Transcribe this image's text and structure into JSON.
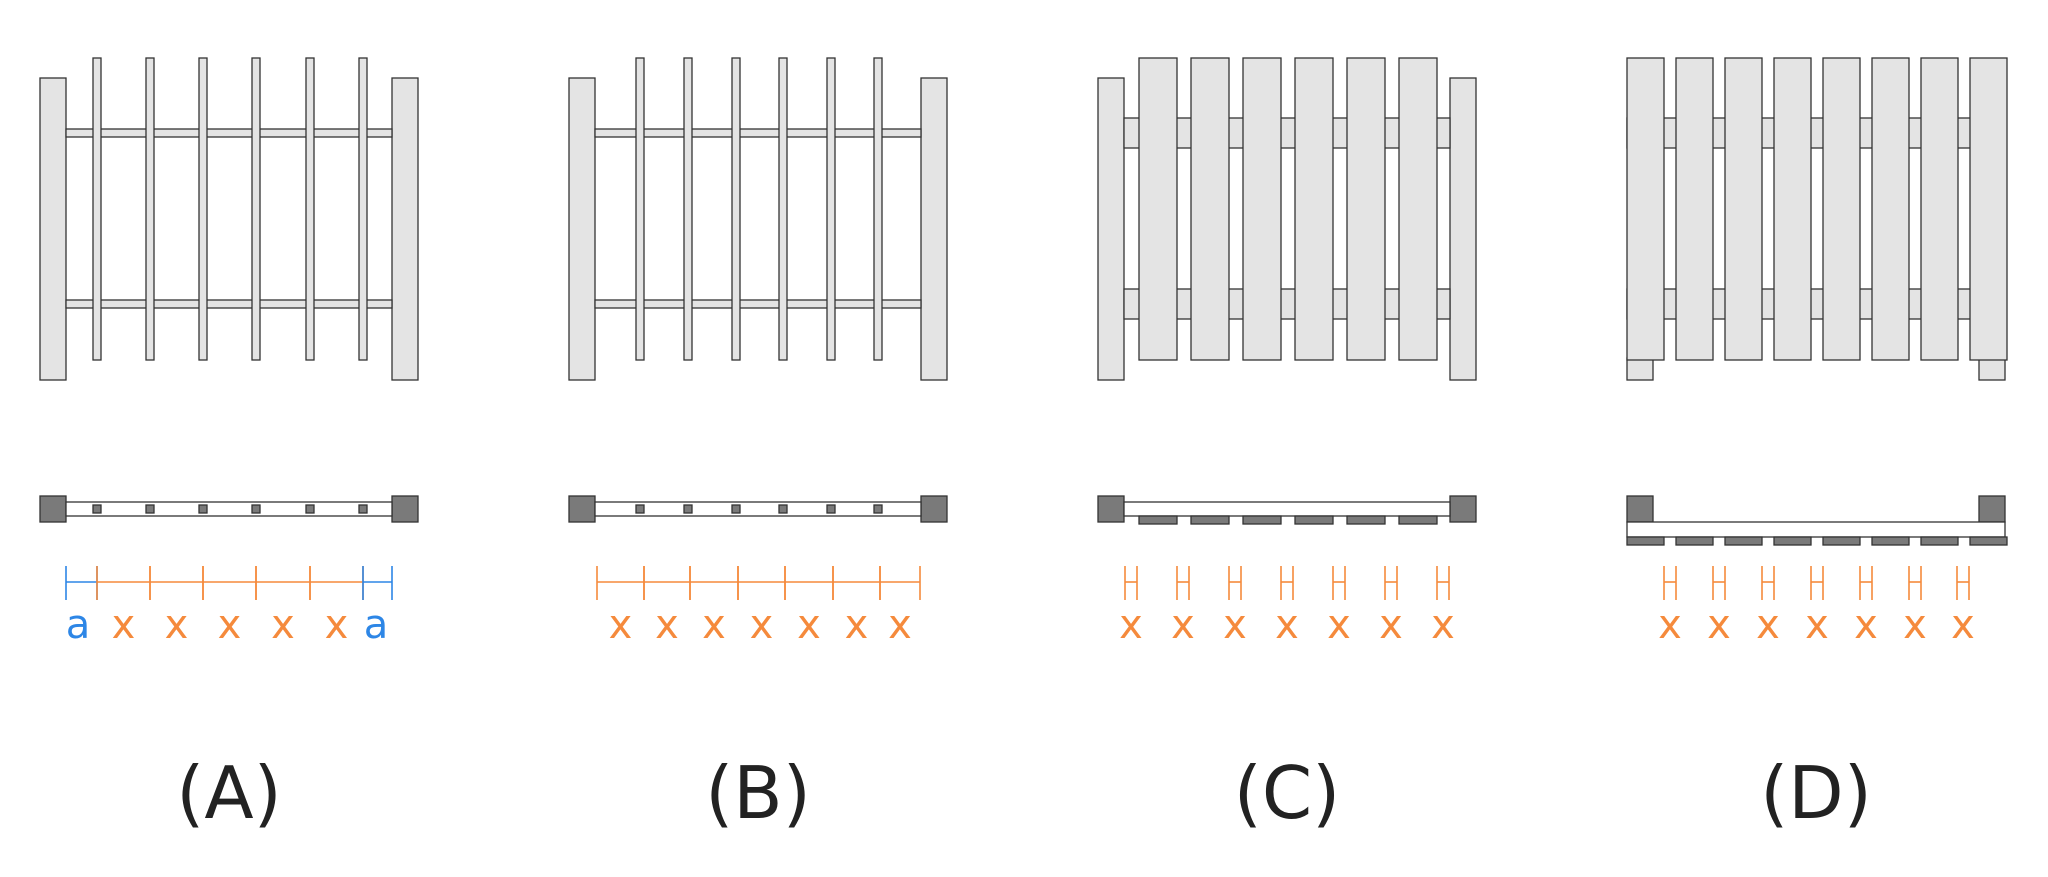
{
  "colors": {
    "background": "#ffffff",
    "board_fill": "#e4e4e4",
    "board_stroke": "#333333",
    "section_fill": "#7a7a7a",
    "dimension_x": "#f58a3c",
    "dimension_a": "#2d86e6",
    "label_text": "#222222"
  },
  "symbols": {
    "gap": "a",
    "spacing": "x"
  },
  "panels": [
    {
      "key": "A",
      "label": "(A)",
      "description_icon": "fence-narrow-pickets-icon",
      "dimension_sequence": [
        "a",
        "x",
        "x",
        "x",
        "x",
        "x",
        "a"
      ]
    },
    {
      "key": "B",
      "label": "(B)",
      "description_icon": "fence-narrow-pickets-icon",
      "dimension_sequence": [
        "x",
        "x",
        "x",
        "x",
        "x",
        "x",
        "x"
      ]
    },
    {
      "key": "C",
      "label": "(C)",
      "description_icon": "fence-wide-boards-icon",
      "dimension_sequence": [
        "x",
        "x",
        "x",
        "x",
        "x",
        "x",
        "x"
      ]
    },
    {
      "key": "D",
      "label": "(D)",
      "description_icon": "fence-wide-boards-front-icon",
      "dimension_sequence": [
        "x",
        "x",
        "x",
        "x",
        "x",
        "x",
        "x"
      ]
    }
  ]
}
